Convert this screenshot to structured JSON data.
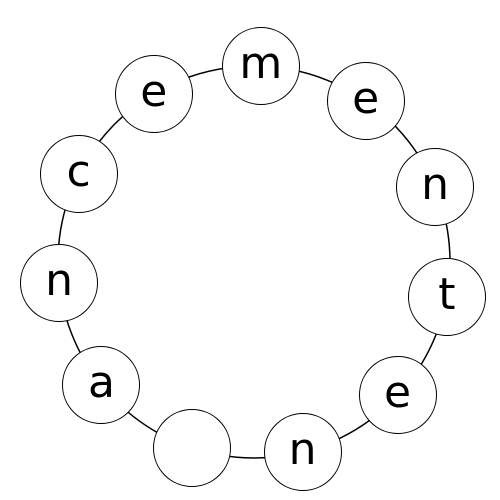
{
  "puzzle": {
    "letters": [
      "m",
      "e",
      "n",
      "t",
      "e",
      "n",
      "",
      "a",
      "n",
      "c",
      "e"
    ]
  },
  "colors": {
    "background": "#ffffff",
    "stroke": "#000000",
    "text": "#000000"
  }
}
